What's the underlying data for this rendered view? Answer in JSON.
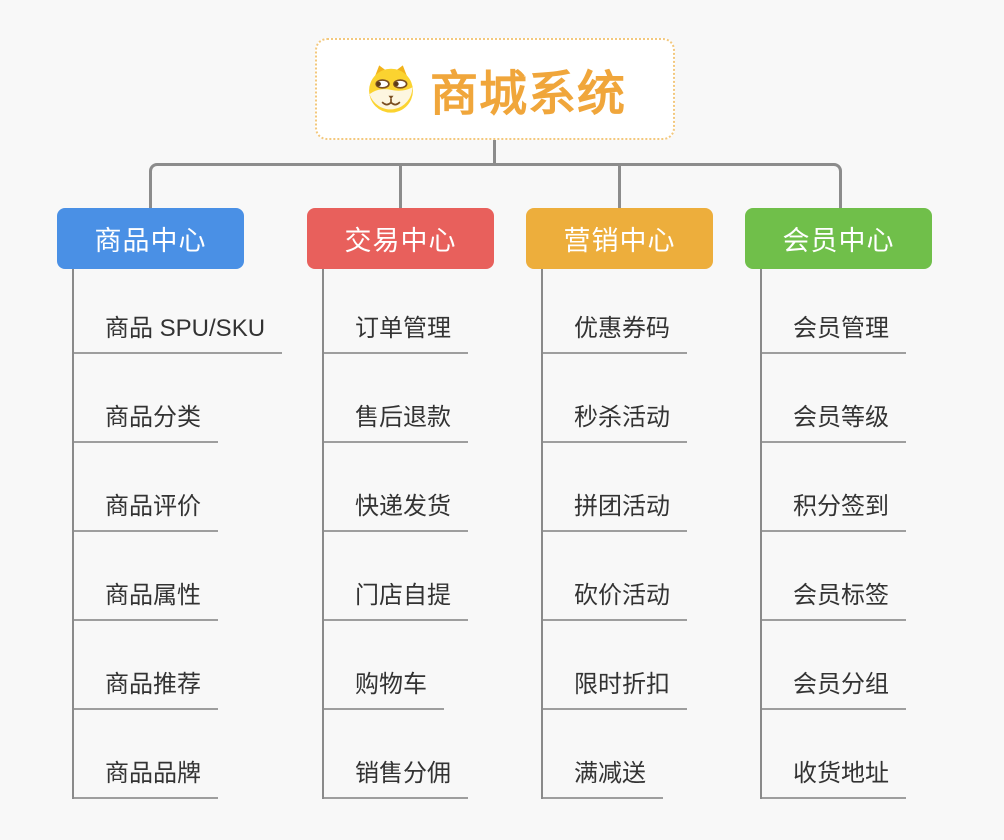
{
  "page": {
    "background": "#F8F8F8"
  },
  "root": {
    "title": "商城系统",
    "title_color": "#F0A63B",
    "border_color": "#F3C87D",
    "icon": "dog-face-icon"
  },
  "connectors": {
    "color": "#8C8C8C"
  },
  "branches": [
    {
      "label": "商品中心",
      "color": "#4A90E5",
      "items": [
        "商品 SPU/SKU",
        "商品分类",
        "商品评价",
        "商品属性",
        "商品推荐",
        "商品品牌"
      ]
    },
    {
      "label": "交易中心",
      "color": "#E8605C",
      "items": [
        "订单管理",
        "售后退款",
        "快递发货",
        "门店自提",
        "购物车",
        "销售分佣"
      ]
    },
    {
      "label": "营销中心",
      "color": "#EDAE3C",
      "items": [
        "优惠券码",
        "秒杀活动",
        "拼团活动",
        "砍价活动",
        "限时折扣",
        "满减送"
      ]
    },
    {
      "label": "会员中心",
      "color": "#70BF4A",
      "items": [
        "会员管理",
        "会员等级",
        "积分签到",
        "会员标签",
        "会员分组",
        "收货地址"
      ]
    }
  ]
}
